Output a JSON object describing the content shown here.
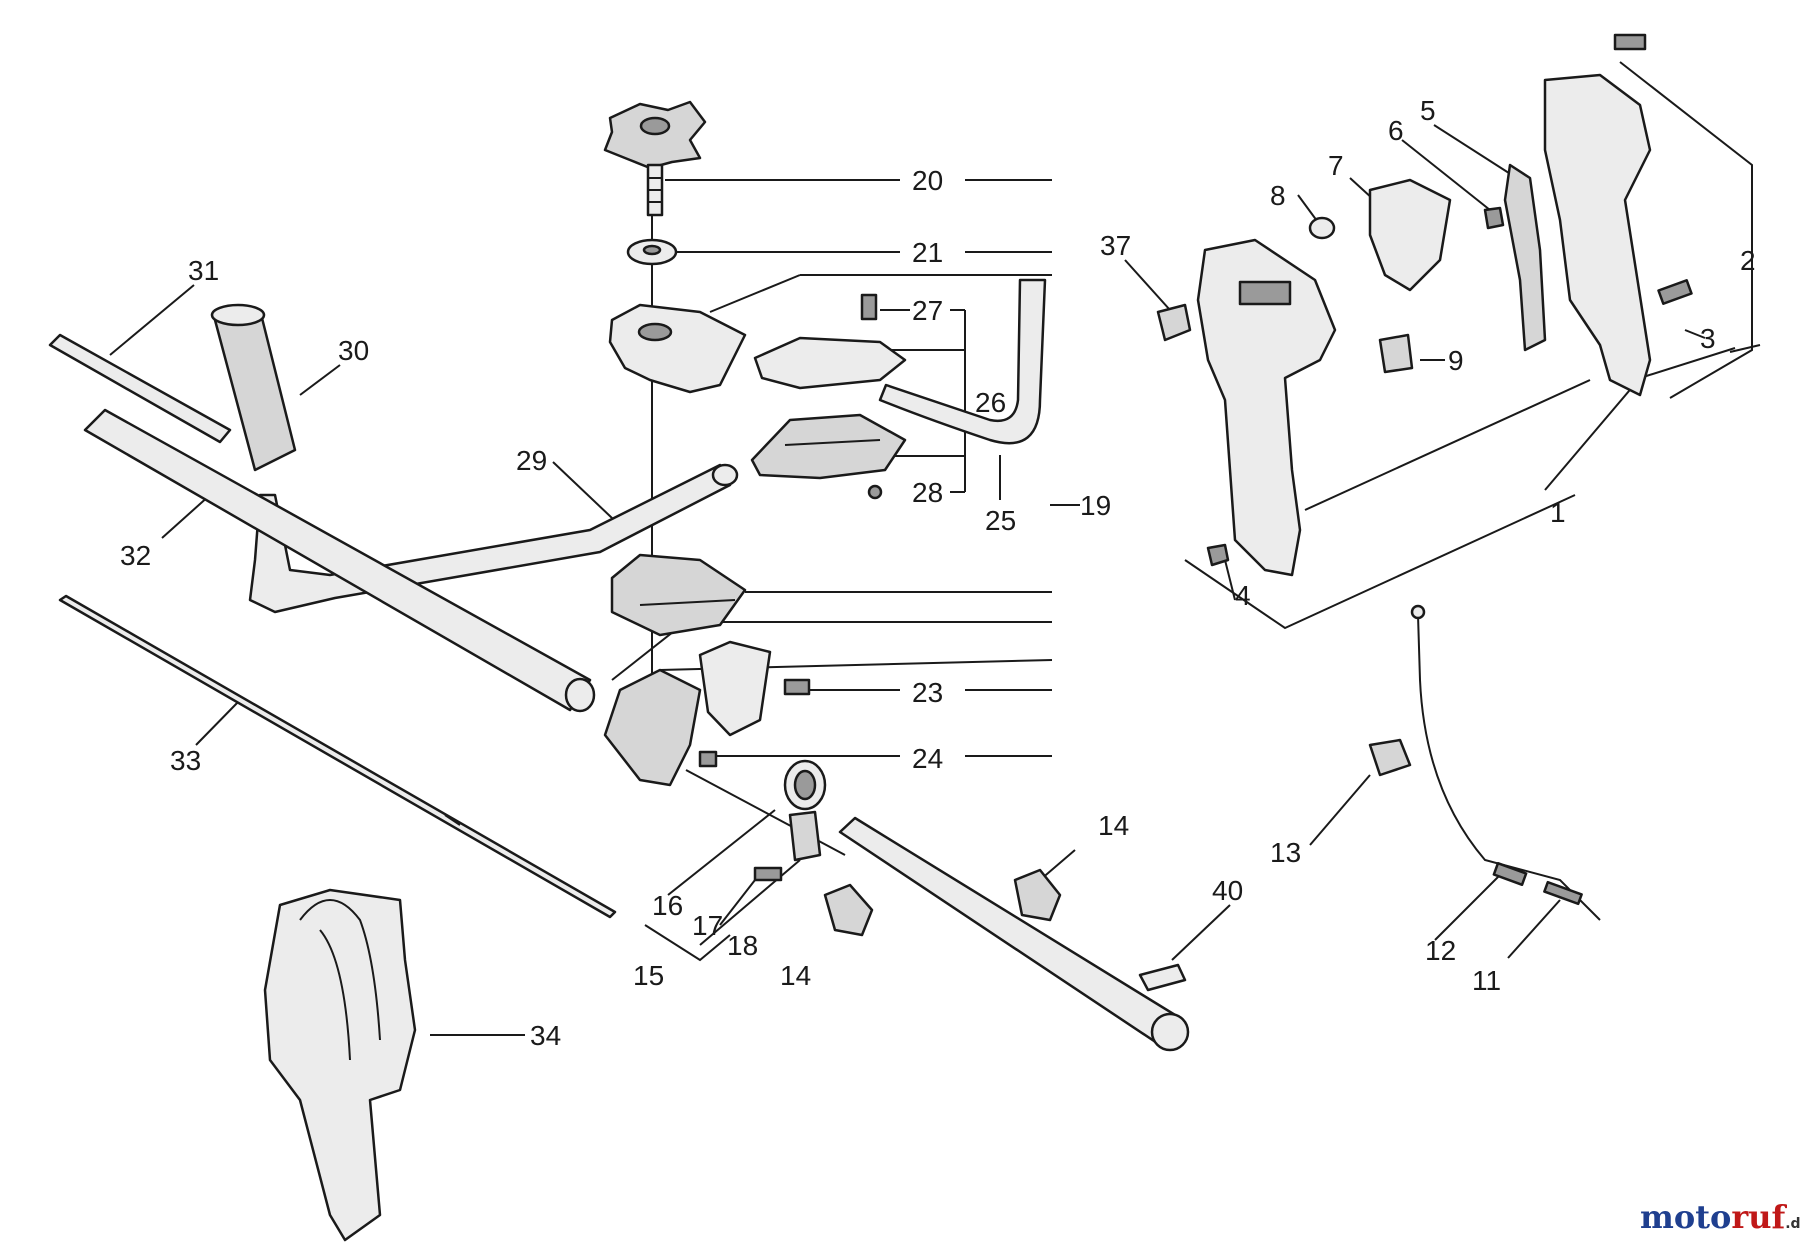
{
  "callouts": {
    "c1": "1",
    "c2": "2",
    "c3": "3",
    "c4": "4",
    "c5": "5",
    "c6": "6",
    "c7": "7",
    "c8": "8",
    "c9": "9",
    "c11": "11",
    "c12": "12",
    "c13": "13",
    "c14a": "14",
    "c14b": "14",
    "c15": "15",
    "c16": "16",
    "c17": "17",
    "c18": "18",
    "c19": "19",
    "c20": "20",
    "c21": "21",
    "c23": "23",
    "c24": "24",
    "c25": "25",
    "c26": "26",
    "c27": "27",
    "c28": "28",
    "c29": "29",
    "c30": "30",
    "c31": "31",
    "c32": "32",
    "c33": "33",
    "c34": "34",
    "c37": "37",
    "c40": "40"
  },
  "watermark": {
    "brand_a": "moto",
    "brand_b": "ruf",
    "suffix": ".de",
    "color_a": "#1f3f8f",
    "color_b": "#c01818"
  }
}
